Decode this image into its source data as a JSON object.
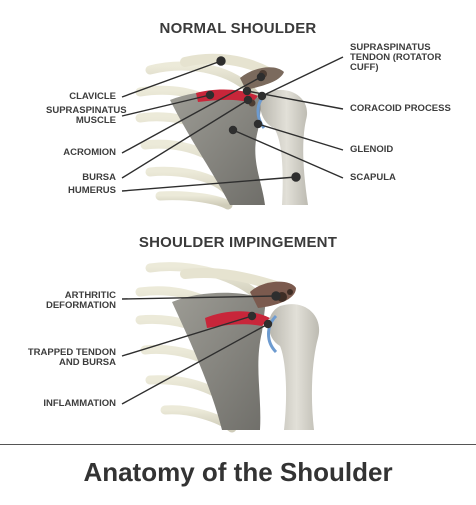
{
  "normal": {
    "title": "NORMAL SHOULDER",
    "labels_left": [
      "CLAVICLE",
      "SUPRASPINATUS MUSCLE",
      "ACROMION",
      "BURSA",
      "HUMERUS"
    ],
    "labels_right": [
      "SUPRASPINATUS TENDON (ROTATOR CUFF)",
      "CORACOID PROCESS",
      "GLENOID",
      "SCAPULA"
    ]
  },
  "impingement": {
    "title": "SHOULDER IMPINGEMENT",
    "labels_left": [
      "ARTHRITIC DEFORMATION",
      "TRAPPED TENDON AND BURSA",
      "INFLAMMATION"
    ]
  },
  "footer": {
    "title": "Anatomy of the Shoulder"
  },
  "colors": {
    "bone": "#e4e1cf",
    "bone_shadow": "#b7b4a2",
    "scapula": "#8d8c86",
    "humerus": "#d2d0c8",
    "muscle": "#c8263a",
    "cartilage": "#6d9bd0",
    "text": "#3d3d3d",
    "leader": "#2e2e2e"
  }
}
